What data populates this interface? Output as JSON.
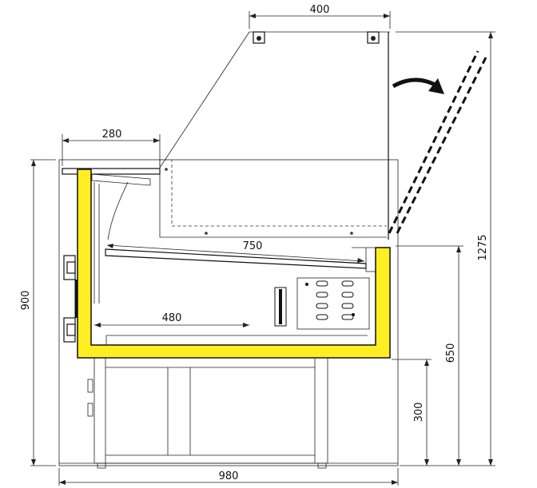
{
  "dimensions": {
    "glass_top_width": "400",
    "top_shelf_depth": "280",
    "tray_length": "750",
    "base_depth": "480",
    "total_height": "900",
    "overall_height": "1275",
    "counter_height": "650",
    "leg_height": "300",
    "total_depth": "980"
  },
  "colors": {
    "tank": "#ffee22",
    "line": "#111111"
  }
}
